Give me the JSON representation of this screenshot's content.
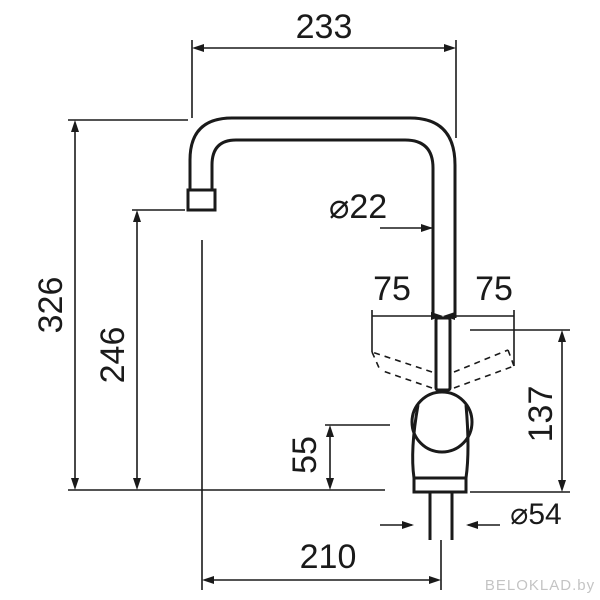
{
  "dimensions": {
    "overall_width": "233",
    "overall_height": "326",
    "spout_height": "246",
    "pipe_diameter": "⌀22",
    "handle_swing_left": "75",
    "handle_swing_right": "75",
    "handle_height": "137",
    "body_height": "55",
    "base_diameter": "⌀54",
    "spout_reach": "210"
  },
  "watermark": "BELOKLAD.by"
}
